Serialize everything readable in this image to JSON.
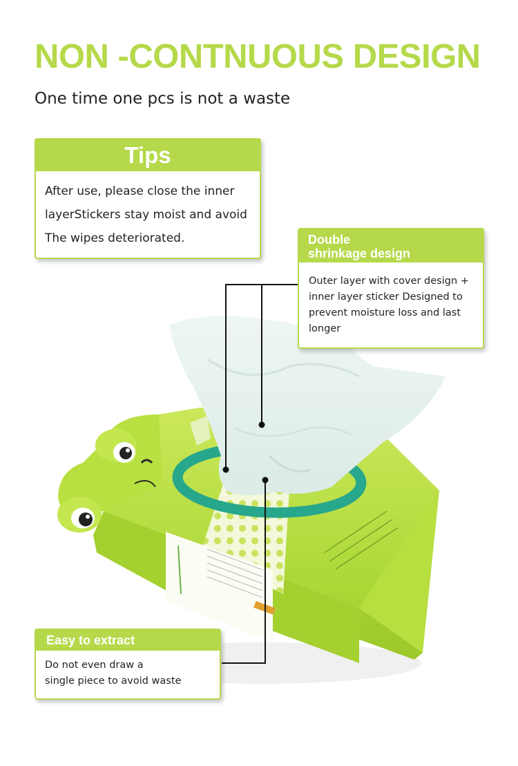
{
  "headline": "NON -CONTNUOUS DESIGN",
  "subline": "One time one pcs is not a waste",
  "tips": {
    "title": "Tips",
    "lines": [
      "After use, please close the inner",
      "layerStickers stay moist and avoid",
      "The wipes deteriorated."
    ]
  },
  "double": {
    "title_line1": "Double",
    "title_line2": "shrinkage design",
    "body": "Outer layer with cover design + inner layer sticker Designed to prevent moisture loss and last longer"
  },
  "easy": {
    "title": "Easy to extract",
    "lines": [
      "Do not even draw a",
      "single piece to avoid waste"
    ]
  },
  "colors": {
    "accent": "#b5d94a",
    "package": "#b4dd3c",
    "ring": "#27a78c",
    "text": "#222222"
  },
  "icons": [
    "frog-eye-icon",
    "polka-dot-sticker"
  ]
}
